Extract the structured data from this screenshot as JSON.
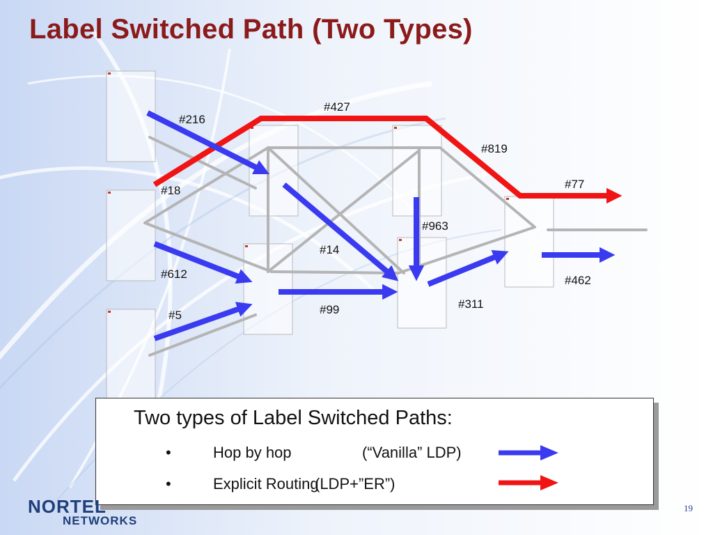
{
  "slide": {
    "title": "Label Switched Path (Two Types)",
    "page_number": "19"
  },
  "colors": {
    "title": "#8b1a1a",
    "hop_by_hop": "#3a3af0",
    "explicit_routing": "#f01414",
    "link": "#b4b4b4"
  },
  "labels": {
    "l216": "#216",
    "l427": "#427",
    "l819": "#819",
    "l77": "#77",
    "l18": "#18",
    "l963": "#963",
    "l14": "#14",
    "l612": "#612",
    "l462": "#462",
    "l99": "#99",
    "l311": "#311",
    "l5": "#5"
  },
  "legend": {
    "title": "Two types of Label Switched Paths:",
    "items": [
      {
        "bullet": "•",
        "name": "Hop by hop",
        "note": "(“Vanilla” LDP)",
        "color_key": "hop_by_hop"
      },
      {
        "bullet": "•",
        "name": "Explicit Routing",
        "note": "(LDP+”ER”)",
        "color_key": "explicit_routing"
      }
    ]
  },
  "logo": {
    "line1": "NORTEL",
    "line2": "NETWORKS"
  }
}
